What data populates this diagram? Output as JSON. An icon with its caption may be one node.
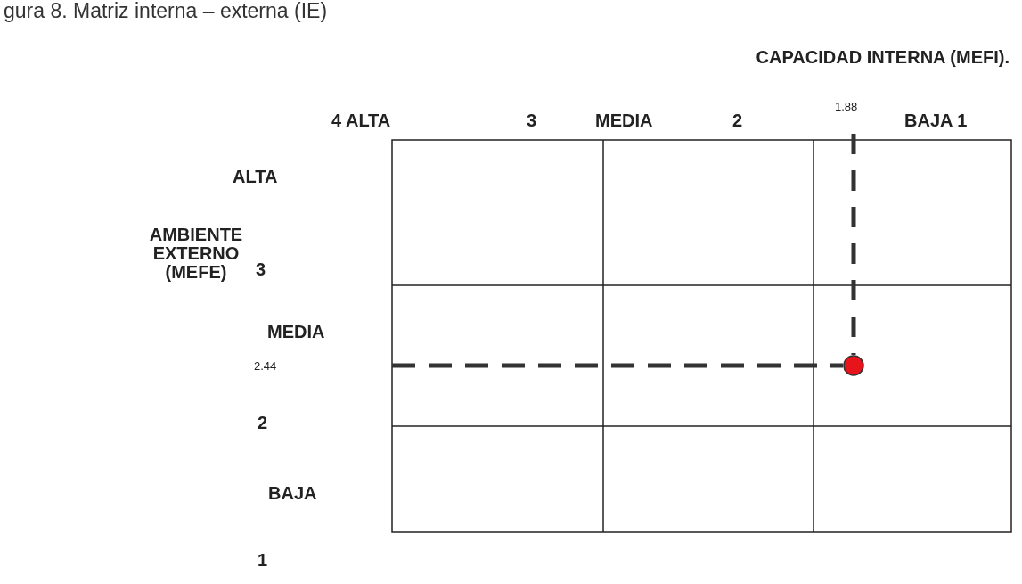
{
  "diagram": {
    "title": "gura 8. Matriz interna – externa (IE)",
    "labels": [
      "CAPACIDAD INTERNA (MEFI).",
      "4 ALTA",
      "3",
      "MEDIA",
      "2",
      "1.88",
      "BAJA 1",
      "ALTA",
      "AMBIENTE EXTERNO (MEFE)",
      "3",
      "MEDIA",
      "2.44",
      "2",
      "BAJA",
      "1"
    ]
  }
}
